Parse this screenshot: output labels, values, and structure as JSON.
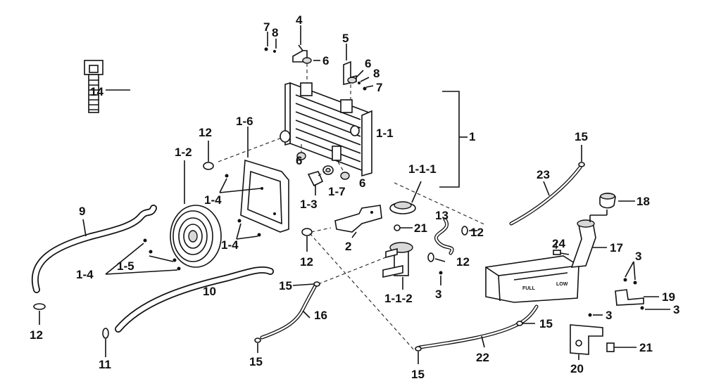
{
  "labels": {
    "l1": "1",
    "l1_1": "1-1",
    "l1_1_1": "1-1-1",
    "l1_1_2": "1-1-2",
    "l1_2": "1-2",
    "l1_3": "1-3",
    "l1_4a": "1-4",
    "l1_4b": "1-4",
    "l1_4c": "1-4",
    "l1_5": "1-5",
    "l1_6": "1-6",
    "l1_7": "1-7",
    "l2": "2",
    "l3a": "3",
    "l3b": "3",
    "l3c": "3",
    "l3d": "3",
    "l4": "4",
    "l5": "5",
    "l6a": "6",
    "l6b": "6",
    "l6c": "6",
    "l6d": "6",
    "l7a": "7",
    "l7b": "7",
    "l8a": "8",
    "l8b": "8",
    "l9": "9",
    "l10": "10",
    "l11": "11",
    "l12a": "12",
    "l12b": "12",
    "l12c": "12",
    "l12d": "12",
    "l12e": "12",
    "l13": "13",
    "l14": "14",
    "l15a": "15",
    "l15b": "15",
    "l15c": "15",
    "l15d": "15",
    "l15e": "15",
    "l16": "16",
    "l17": "17",
    "l18": "18",
    "l19": "19",
    "l20": "20",
    "l21a": "21",
    "l21b": "21",
    "l22": "22",
    "l23": "23",
    "l24": "24"
  },
  "tank_text": {
    "full": "FULL",
    "low": "LOW"
  }
}
